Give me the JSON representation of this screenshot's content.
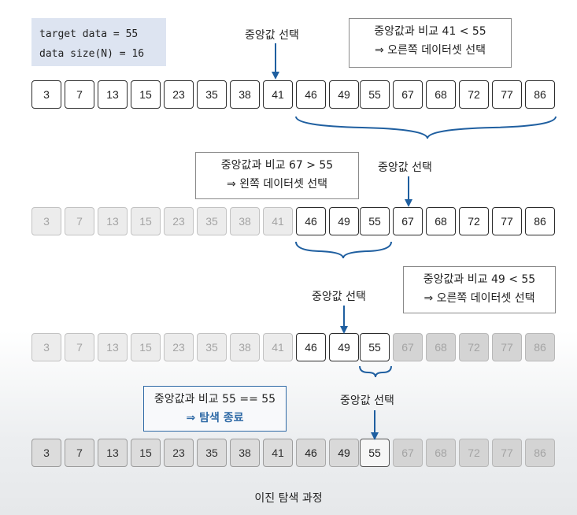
{
  "info": {
    "line1": "target data = 55",
    "line2": "data size(N) = 16"
  },
  "values": [
    "3",
    "7",
    "13",
    "15",
    "23",
    "35",
    "38",
    "41",
    "46",
    "49",
    "55",
    "67",
    "68",
    "72",
    "77",
    "86"
  ],
  "steps": [
    {
      "select_label": "중앙값 선택",
      "compare_line1": "중앙값과 비교 41 < 55",
      "compare_line2": "⇒ 오른쪽 데이터셋 선택"
    },
    {
      "select_label": "중앙값 선택",
      "compare_line1": "중앙값과 비교 67 > 55",
      "compare_line2": "⇒ 왼쪽 데이터셋 선택"
    },
    {
      "select_label": "중앙값 선택",
      "compare_line1": "중앙값과 비교 49 < 55",
      "compare_line2": "⇒ 오른쪽 데이터셋 선택"
    },
    {
      "select_label": "중앙값 선택",
      "compare_line1": "중앙값과 비교 55 == 55",
      "compare_line2": "⇒ 탐색 종료"
    }
  ],
  "caption": "이진 탐색 과정",
  "colors": {
    "accent": "#2f6aa6"
  }
}
